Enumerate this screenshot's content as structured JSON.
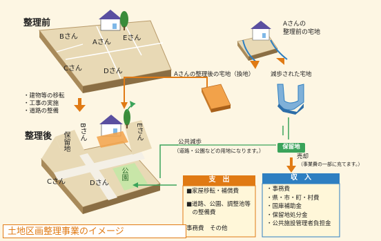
{
  "before": {
    "title": "整理前",
    "lots": [
      "Bさん",
      "Aさん",
      "Eさん",
      "Cさん",
      "Dさん"
    ]
  },
  "process_steps": [
    "・建物等の移転",
    "・工事の実施",
    "・道路の整備"
  ],
  "after": {
    "title": "整理後",
    "lots": [
      "保留地",
      "Bさん",
      "Eさん",
      "Cさん",
      "Dさん",
      "公園"
    ]
  },
  "original_land": {
    "label_line1": "Aさんの",
    "label_line2": "整理前の宅地"
  },
  "replotted_land": {
    "label": "Aさんの整理後の宅地（換地）"
  },
  "reduced_land": {
    "label": "減歩された宅地"
  },
  "public_reduction": {
    "title": "公共減歩",
    "note": "（道路・公園などの用地になります。）"
  },
  "reserve_land": {
    "badge": "保留地",
    "sale": "売却",
    "sale_note": "（事業費の一部に充てます。）"
  },
  "expenditure": {
    "header": "支　出",
    "items": [
      "■家屋移転・補償費",
      "■道路、公園、調整池等",
      "　の整備費",
      "事務費　その他"
    ]
  },
  "revenue": {
    "header": "収　入",
    "items": [
      "・事務費",
      "・県・市・町・村費",
      "・国庫補助金",
      "・保留地処分金",
      "・公共施設管理者負担金"
    ]
  },
  "caption": "土地区画整理事業のイメージ",
  "colors": {
    "accent": "#e07a14",
    "green": "#3aa35a",
    "blue": "#2e7fc1",
    "lot": "#e8d9b5",
    "road": "#f4f0e6"
  }
}
